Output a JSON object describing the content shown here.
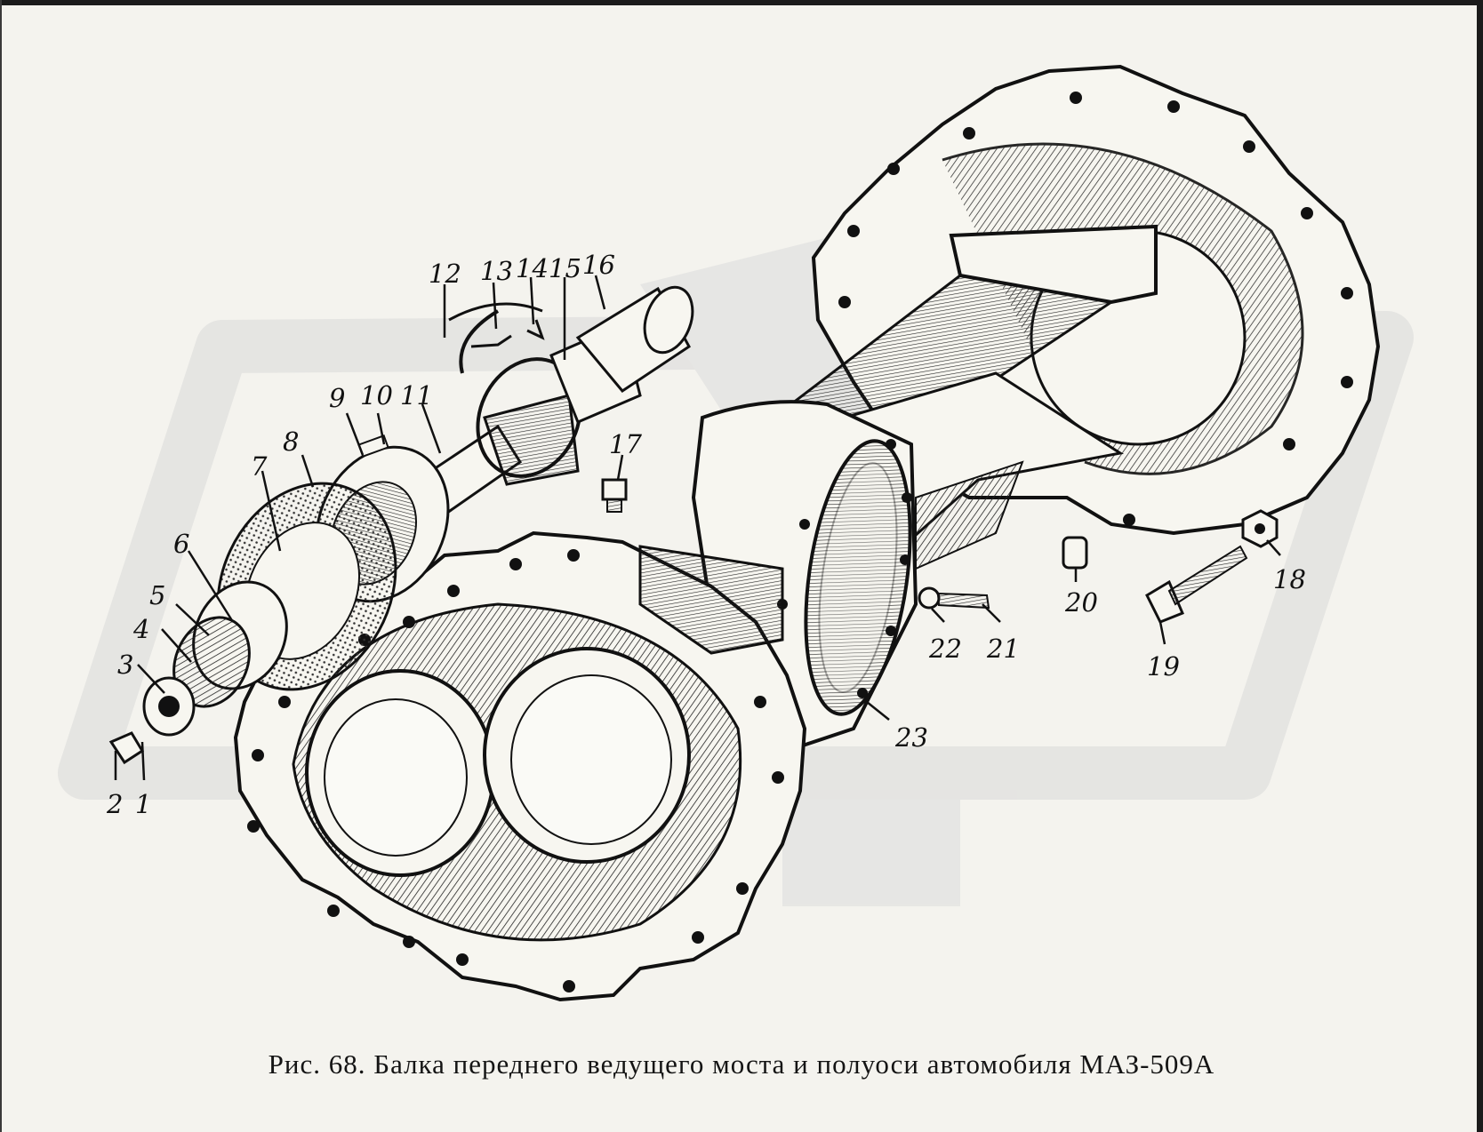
{
  "caption": "Рис. 68. Балка переднего ведущего моста и полуоси автомобиля МАЗ-509А",
  "callouts": [
    {
      "id": "1",
      "label": "1"
    },
    {
      "id": "2",
      "label": "2"
    },
    {
      "id": "3",
      "label": "3"
    },
    {
      "id": "4",
      "label": "4"
    },
    {
      "id": "5",
      "label": "5"
    },
    {
      "id": "6",
      "label": "6"
    },
    {
      "id": "7",
      "label": "7"
    },
    {
      "id": "8",
      "label": "8"
    },
    {
      "id": "9",
      "label": "9"
    },
    {
      "id": "10",
      "label": "10"
    },
    {
      "id": "11",
      "label": "11"
    },
    {
      "id": "12",
      "label": "12"
    },
    {
      "id": "13",
      "label": "13"
    },
    {
      "id": "14",
      "label": "14"
    },
    {
      "id": "15",
      "label": "15"
    },
    {
      "id": "16",
      "label": "16"
    },
    {
      "id": "17",
      "label": "17"
    },
    {
      "id": "18",
      "label": "18"
    },
    {
      "id": "19",
      "label": "19"
    },
    {
      "id": "20",
      "label": "20"
    },
    {
      "id": "21",
      "label": "21"
    },
    {
      "id": "22",
      "label": "22"
    },
    {
      "id": "23",
      "label": "23"
    }
  ],
  "colors": {
    "paper": "#f4f3ee",
    "ink": "#141414",
    "watermark": "#d9d9d9"
  }
}
